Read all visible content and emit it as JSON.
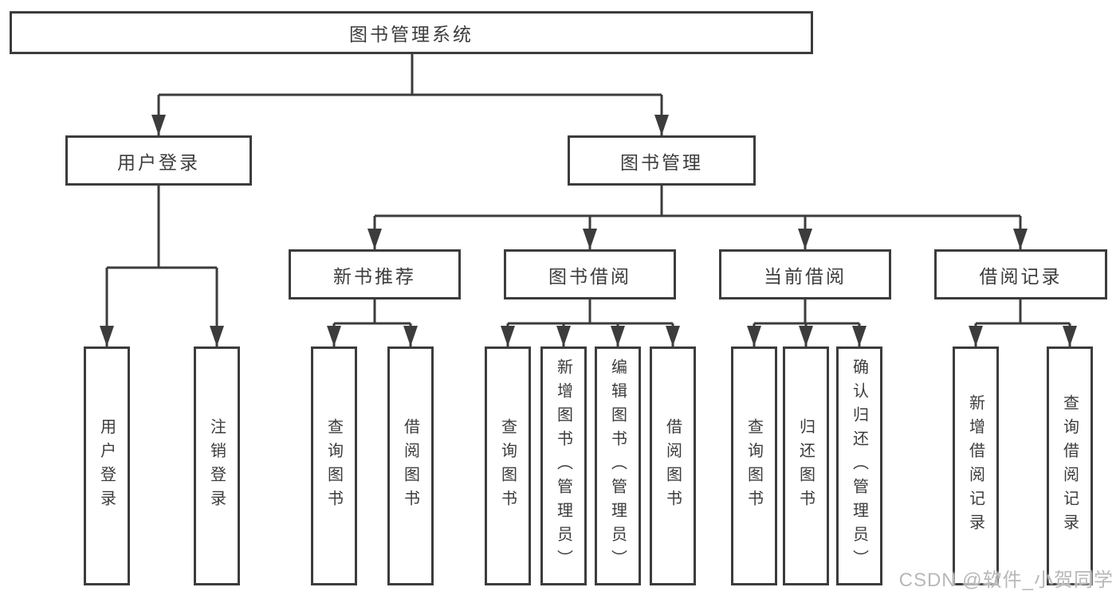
{
  "colors": {
    "line": "#3c3c3c",
    "text": "#3c3c3c",
    "bg": "#ffffff",
    "watermark": "#b8b8b8"
  },
  "nodes": {
    "root": {
      "label": "图书管理系统"
    },
    "branches": [
      {
        "label": "用户登录",
        "leaves": [
          {
            "label": "用户登录"
          },
          {
            "label": "注销登录"
          }
        ]
      },
      {
        "label": "图书管理",
        "sections": [
          {
            "label": "新书推荐",
            "leaves": [
              {
                "label": "查询图书"
              },
              {
                "label": "借阅图书"
              }
            ]
          },
          {
            "label": "图书借阅",
            "leaves": [
              {
                "label": "查询图书"
              },
              {
                "label": "新增图书（管理员）"
              },
              {
                "label": "编辑图书（管理员）"
              },
              {
                "label": "借阅图书"
              }
            ]
          },
          {
            "label": "当前借阅",
            "leaves": [
              {
                "label": "查询图书"
              },
              {
                "label": "归还图书"
              },
              {
                "label": "确认归还（管理员）"
              }
            ]
          },
          {
            "label": "借阅记录",
            "leaves": [
              {
                "label": "新增借阅记录"
              },
              {
                "label": "查询借阅记录"
              }
            ]
          }
        ]
      }
    ]
  },
  "watermark": {
    "text": "CSDN @软件_小贺同学"
  }
}
